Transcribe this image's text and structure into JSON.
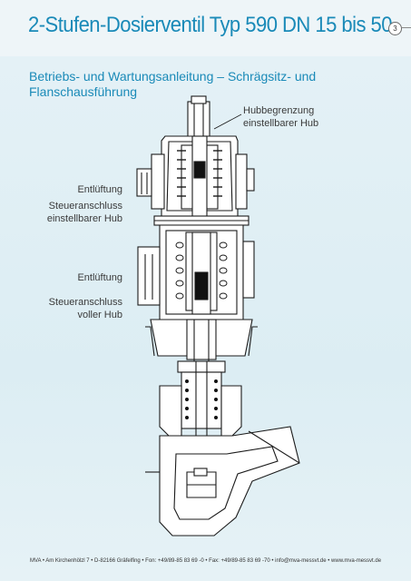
{
  "header": {
    "title": "2-Stufen-Dosierventil Typ 590 DN 15 bis 50",
    "page_number": "3"
  },
  "section": {
    "heading": "Betriebs- und Wartungsanleitung – Schrägsitz- und Flanschausführung"
  },
  "labels": {
    "stroke_limit": "Hubbegrenzung",
    "stroke_adjustable": "einstellbarer Hub",
    "vent_1": "Entlüftung",
    "control_port_1": "Steueranschluss",
    "control_port_1_sub": "einstellbarer Hub",
    "vent_2": "Entlüftung",
    "control_port_2": "Steueranschluss",
    "control_port_2_sub": "voller Hub"
  },
  "footer": {
    "text": "MVA • Am Kirchenhölzl 7 • D-82166 Gräfelfing • Fon: +49/89-85 83 69 -0 • Fax: +49/89-85 83 69 -70 • info@mva-messvt.de • www.mva-messvt.de"
  }
}
